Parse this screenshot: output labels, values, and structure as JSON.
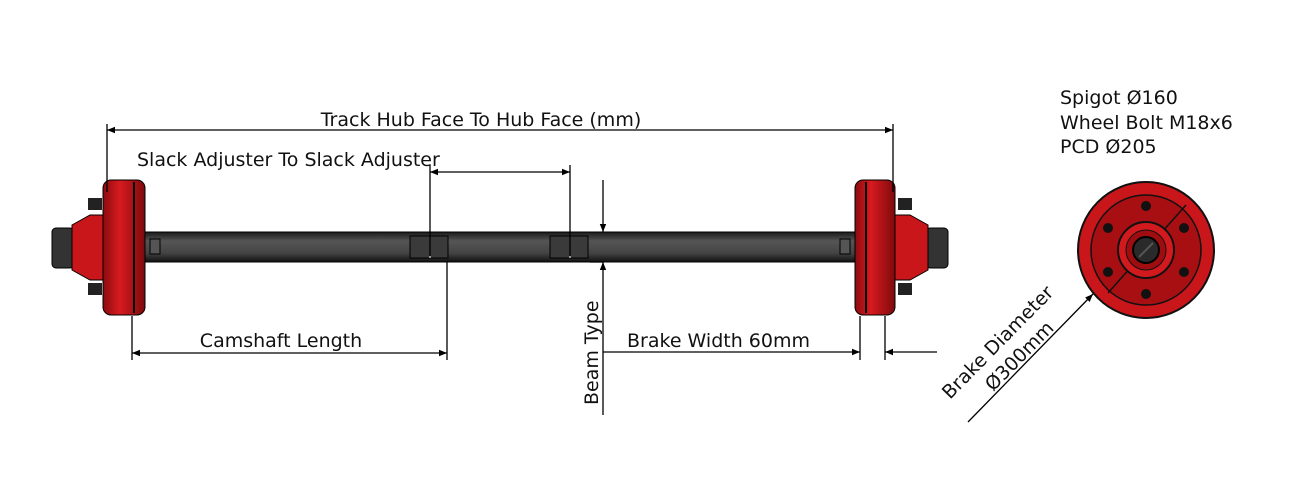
{
  "dimensions": {
    "track": "Track Hub Face To Hub Face (mm)",
    "slack_adjuster": "Slack Adjuster To Slack Adjuster",
    "camshaft": "Camshaft Length",
    "beam_type": "Beam Type",
    "brake_width": "Brake Width 60mm",
    "brake_diameter_label": "Brake Diameter",
    "brake_diameter_value": "Ø300mm"
  },
  "specs": {
    "spigot": "Spigot Ø160",
    "wheel_bolt": "Wheel Bolt M18x6",
    "pcd": "PCD Ø205"
  },
  "colors": {
    "drum": "#c8161b",
    "drum_dark": "#7d0a0c",
    "beam": "#3c3c3c"
  }
}
